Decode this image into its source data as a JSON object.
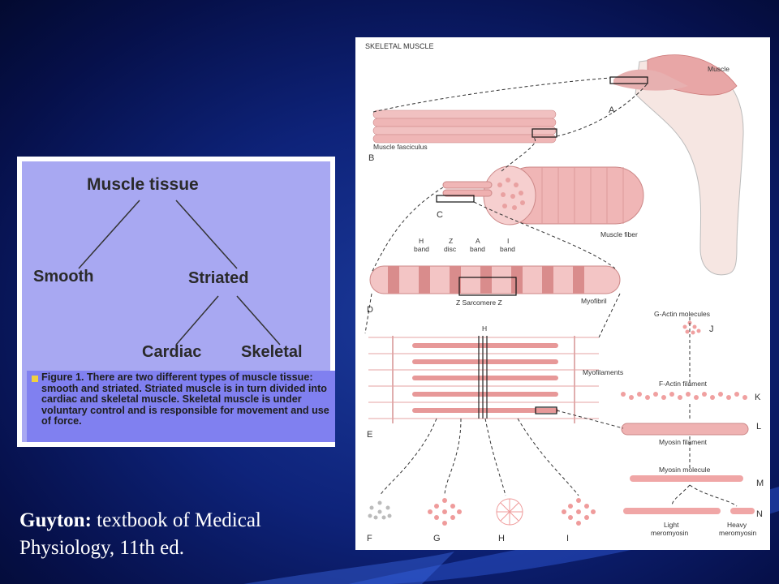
{
  "taxonomy": {
    "root": "Muscle tissue",
    "smooth": "Smooth",
    "striated": "Striated",
    "cardiac": "Cardiac",
    "skeletal": "Skeletal",
    "caption": "Figure 1.  There are two different types of muscle tissue:  smooth and striated.  Striated muscle is in turn divided into cardiac and skeletal muscle.  Skeletal muscle is under voluntary control and is responsible for movement and use of force."
  },
  "figure": {
    "title": "SKELETAL MUSCLE",
    "muscle": "Muscle",
    "a": "A",
    "fasciculus": "Muscle fasciculus",
    "b": "B",
    "c": "C",
    "fiber": "Muscle fiber",
    "h_band_1": "H",
    "h_band_2": "band",
    "z_disc_1": "Z",
    "z_disc_2": "disc",
    "a_band_1": "A",
    "a_band_2": "band",
    "i_band_1": "I",
    "i_band_2": "band",
    "d": "D",
    "sarcomere": "Z  Sarcomere  Z",
    "myofibril": "Myofibril",
    "g_actin": "G-Actin molecules",
    "j": "J",
    "h_top": "H",
    "myofilaments": "Myofilaments",
    "f_actin": "F-Actin filament",
    "k": "K",
    "l": "L",
    "e": "E",
    "myosin_filament": "Myosin filament",
    "myosin_molecule": "Myosin molecule",
    "m": "M",
    "n": "N",
    "light_1": "Light",
    "light_2": "meromyosin",
    "heavy_1": "Heavy",
    "heavy_2": "meromyosin",
    "f": "F",
    "g": "G",
    "h": "H",
    "i": "I"
  },
  "credit": {
    "author": "Guyton:",
    "rest_line1": " textbook of Medical",
    "line2": "Physiology,  11th ed."
  }
}
